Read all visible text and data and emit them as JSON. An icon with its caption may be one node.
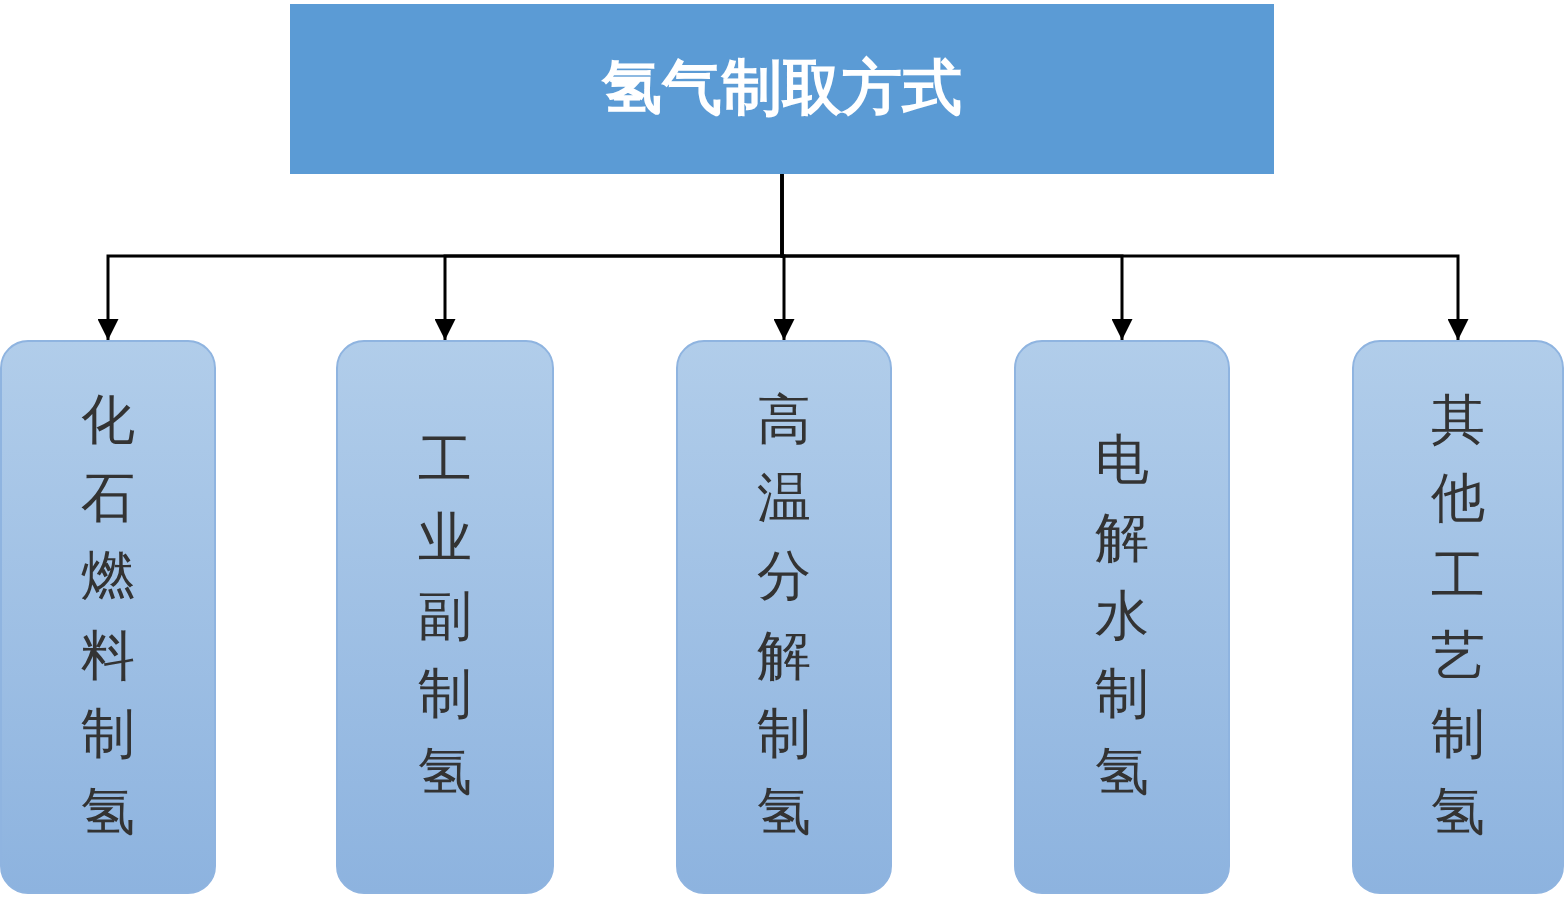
{
  "diagram": {
    "nodes": [
      {
        "text": [
          "氢气制取方式"
        ]
      },
      {
        "text": [
          "化石燃料制氢"
        ]
      },
      {
        "text": [
          "工业副制氢"
        ]
      },
      {
        "text": [
          "高温分解制氢"
        ]
      },
      {
        "text": [
          "电解水制氢"
        ]
      },
      {
        "text": [
          "其他工艺制氢"
        ]
      }
    ],
    "edges": [
      {
        "from": 0,
        "to": 1,
        "arrow": "to"
      },
      {
        "from": 0,
        "to": 2,
        "arrow": "to"
      },
      {
        "from": 0,
        "to": 3,
        "arrow": "to"
      },
      {
        "from": 0,
        "to": 4,
        "arrow": "to"
      },
      {
        "from": 0,
        "to": 5,
        "arrow": "to"
      }
    ]
  }
}
